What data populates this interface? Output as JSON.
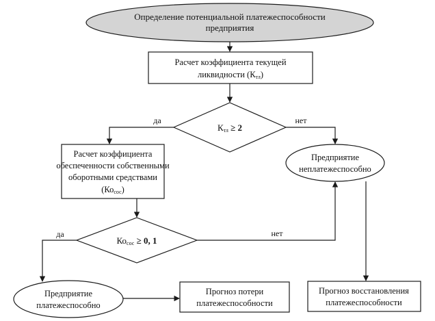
{
  "nodes": {
    "start": {
      "lines": [
        "Определение потенциальной платежеспособности",
        "предприятия"
      ]
    },
    "calc_ktl": {
      "lines": [
        "Расчет коэффициента текущей",
        "ликвидности (К"
      ],
      "sub": "тл",
      "suffix": ")"
    },
    "decision_ktl": {
      "main": "К",
      "sub": "тл",
      "cond": " ≥ 2"
    },
    "insolvent": {
      "lines": [
        "Предприятие",
        "неплатежеспособно"
      ]
    },
    "calc_kos": {
      "lines": [
        "Расчет коэффициента",
        "обеспеченности собственными",
        "оборотными средствами"
      ],
      "last_main": "(Ко",
      "last_sub": "сос",
      "last_suffix": ")"
    },
    "decision_kos": {
      "main": "Ко",
      "sub": "сос",
      "cond": " ≥ 0, 1"
    },
    "solvent": {
      "lines": [
        "Предприятие",
        "платежеспособно"
      ]
    },
    "forecast_loss": {
      "lines": [
        "Прогноз потери",
        "платежеспособности"
      ]
    },
    "forecast_restore": {
      "lines": [
        "Прогноз восстановления",
        "платежеспособности"
      ]
    }
  },
  "edge_labels": {
    "ktl_yes": "да",
    "ktl_no": "нет",
    "kos_yes": "да",
    "kos_no": "нет"
  },
  "colors": {
    "stroke": "#1a1a1a",
    "ellipse_fill": "#d4d4d4",
    "box_fill": "#ffffff",
    "background": "#ffffff"
  }
}
